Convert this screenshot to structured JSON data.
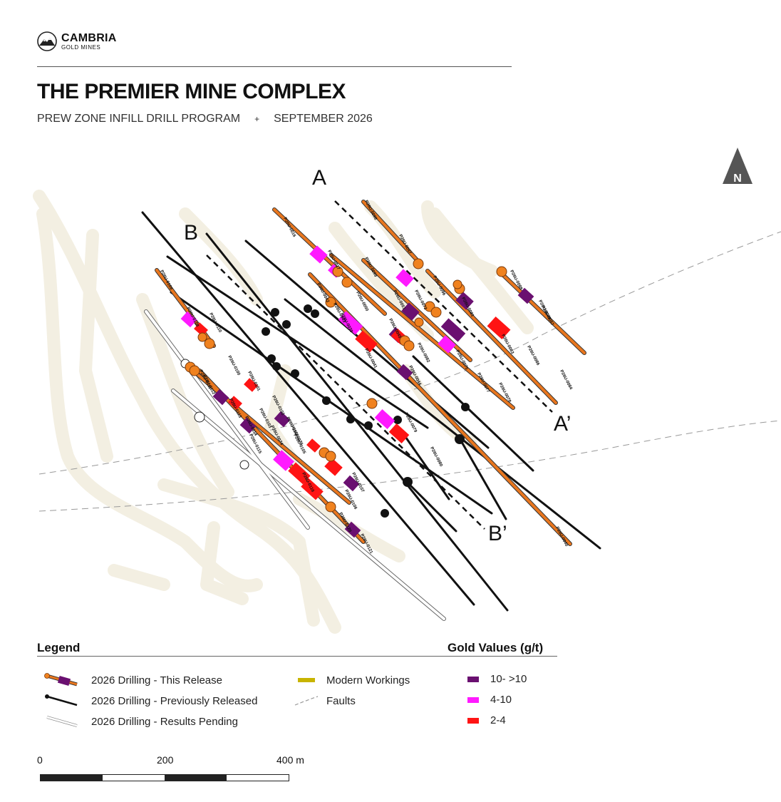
{
  "logo": {
    "name": "CAMBRIA",
    "sub": "GOLD MINES",
    "icon": "mountain-sun-icon"
  },
  "title": "THE PREMIER MINE COMPLEX",
  "subtitle": {
    "program": "PREW ZONE INFILL DRILL PROGRAM",
    "separator": "+",
    "date": "SEPTEMBER 2026"
  },
  "north_label": "N",
  "sections": {
    "a": "A",
    "a_prime": "A’",
    "b": "B",
    "b_prime": "B’"
  },
  "drill_labels": [
    "P26U-0098",
    "P26U-0097",
    "P26U-0016",
    "P26U-0017",
    "P26U-0099",
    "P26U-0096",
    "P26U-0088",
    "P26U-0089",
    "P26U-0042",
    "P26U-0043",
    "P26U-0050",
    "P26U-0051",
    "P26U-0072",
    "P26U-0081",
    "P26U-0087",
    "P26U-0039",
    "P26U-0045",
    "P26U-0082",
    "P26U-0083",
    "P26U-0086",
    "P26U-0041",
    "P26U-0044",
    "P26U-0075",
    "P26U-0077",
    "P26U-0078",
    "P26U-0084",
    "P26U-0109",
    "P26U-0108",
    "P26U-0110",
    "P26U-0111",
    "P26U-0112",
    "P26U-0100",
    "P26U-0101",
    "P26U-0113",
    "P26U-0102",
    "P26U-0103",
    "P26U-0114",
    "P26U-0115",
    "P26U-0104",
    "P26U-0105",
    "P26U-0074",
    "P26U-0076",
    "P26U-0079",
    "P26U-0080",
    "P26U-0116",
    "P26U-0107",
    "P26U-0106",
    "P26U-0120",
    "P26U-0121",
    "P26U-0040"
  ],
  "legend": {
    "title": "Legend",
    "items": [
      {
        "label": "2026 Drilling - This Release",
        "symbol": "orange-drillhole-icon"
      },
      {
        "label": "2026 Drilling - Previously Released",
        "symbol": "black-drillhole-icon"
      },
      {
        "label": "2026 Drilling - Results Pending",
        "symbol": "white-drillhole-icon"
      },
      {
        "label": "Modern Workings",
        "symbol": "workings-swatch"
      },
      {
        "label": "Faults",
        "symbol": "fault-dash-icon"
      }
    ]
  },
  "gold_values": {
    "title": "Gold Values (g/t)",
    "items": [
      {
        "label": "10- >10",
        "color": "#6a1070"
      },
      {
        "label": "4-10",
        "color": "#ff1aff"
      },
      {
        "label": "2-4",
        "color": "#ff1414"
      }
    ]
  },
  "colors": {
    "this_release": "#e8761e",
    "collar": "#f0821f",
    "workings": "#f3efe2",
    "workings_legend": "#c8b400",
    "fault": "#999999"
  },
  "scale": {
    "labels": [
      "0",
      "200",
      "400 m"
    ]
  }
}
